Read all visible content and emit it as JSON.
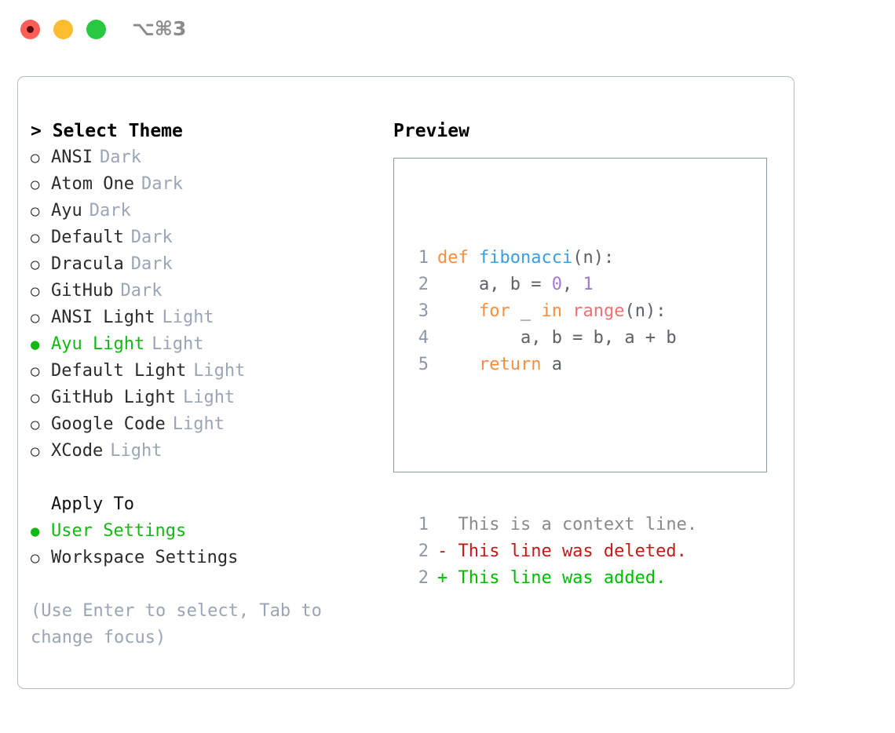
{
  "titlebar": {
    "shortcut": "⌥⌘3",
    "dots": [
      {
        "name": "close",
        "color": "#ff5f57"
      },
      {
        "name": "minimize",
        "color": "#febc2e"
      },
      {
        "name": "maximize",
        "color": "#28c840"
      }
    ]
  },
  "theme_picker": {
    "header": "> Select Theme",
    "markers": {
      "selected": "●",
      "unselected": "○"
    },
    "items": [
      {
        "label": "ANSI",
        "suffix": "Dark",
        "selected": false
      },
      {
        "label": "Atom One",
        "suffix": "Dark",
        "selected": false
      },
      {
        "label": "Ayu",
        "suffix": "Dark",
        "selected": false
      },
      {
        "label": "Default",
        "suffix": "Dark",
        "selected": false
      },
      {
        "label": "Dracula",
        "suffix": "Dark",
        "selected": false
      },
      {
        "label": "GitHub",
        "suffix": "Dark",
        "selected": false
      },
      {
        "label": "ANSI Light",
        "suffix": "Light",
        "selected": false
      },
      {
        "label": "Ayu Light",
        "suffix": "Light",
        "selected": true
      },
      {
        "label": "Default Light",
        "suffix": "Light",
        "selected": false
      },
      {
        "label": "GitHub Light",
        "suffix": "Light",
        "selected": false
      },
      {
        "label": "Google Code",
        "suffix": "Light",
        "selected": false
      },
      {
        "label": "XCode",
        "suffix": "Light",
        "selected": false
      }
    ]
  },
  "apply_to": {
    "header": "Apply To",
    "items": [
      {
        "label": "User Settings",
        "selected": true
      },
      {
        "label": "Workspace Settings",
        "selected": false
      }
    ]
  },
  "hint": "(Use Enter to select, Tab to change focus)",
  "preview": {
    "title": "Preview",
    "code_lines": [
      {
        "lineno": "1",
        "tokens": [
          {
            "text": "def",
            "style": "kw"
          },
          {
            "text": " ",
            "style": "plain"
          },
          {
            "text": "fibonacci",
            "style": "fn"
          },
          {
            "text": "(n):",
            "style": "plain"
          }
        ]
      },
      {
        "lineno": "2",
        "tokens": [
          {
            "text": "    a, b = ",
            "style": "plain"
          },
          {
            "text": "0",
            "style": "num"
          },
          {
            "text": ", ",
            "style": "plain"
          },
          {
            "text": "1",
            "style": "num"
          }
        ]
      },
      {
        "lineno": "3",
        "tokens": [
          {
            "text": "    ",
            "style": "plain"
          },
          {
            "text": "for",
            "style": "kw"
          },
          {
            "text": " _ ",
            "style": "plain"
          },
          {
            "text": "in",
            "style": "kw"
          },
          {
            "text": " ",
            "style": "plain"
          },
          {
            "text": "range",
            "style": "builtin"
          },
          {
            "text": "(n):",
            "style": "plain"
          }
        ]
      },
      {
        "lineno": "4",
        "tokens": [
          {
            "text": "        a, b = b, a + b",
            "style": "plain"
          }
        ]
      },
      {
        "lineno": "5",
        "tokens": [
          {
            "text": "    ",
            "style": "plain"
          },
          {
            "text": "return",
            "style": "kw"
          },
          {
            "text": " a",
            "style": "plain"
          }
        ]
      }
    ],
    "diff_lines": [
      {
        "lineno": "1",
        "prefix": "  ",
        "text": "This is a context line.",
        "kind": "ctx"
      },
      {
        "lineno": "2",
        "prefix": "- ",
        "text": "This line was deleted.",
        "kind": "del"
      },
      {
        "lineno": "2",
        "prefix": "+ ",
        "text": "This line was added.",
        "kind": "add"
      }
    ]
  },
  "colors": {
    "keyword": "#fa8d3e",
    "function": "#399ee6",
    "number": "#a37acc",
    "builtin": "#f07171",
    "plain": "#5c6166",
    "lineno": "#8d97a8",
    "selected_green": "#14b814",
    "muted": "#9aa5b5",
    "diff_deleted": "#c41a16",
    "diff_added": "#00bb00",
    "panel_border": "#b3bcc9",
    "preview_border": "#8d99a9"
  }
}
